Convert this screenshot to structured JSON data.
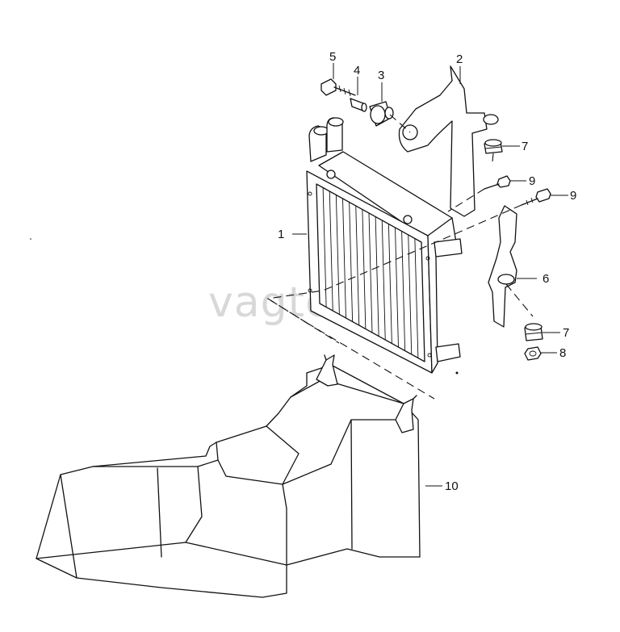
{
  "watermark": "vagtec.ru",
  "callouts": [
    {
      "id": "1",
      "label": "1"
    },
    {
      "id": "2",
      "label": "2"
    },
    {
      "id": "3",
      "label": "3"
    },
    {
      "id": "4",
      "label": "4"
    },
    {
      "id": "5",
      "label": "5"
    },
    {
      "id": "6",
      "label": "6"
    },
    {
      "id": "7a",
      "label": "7"
    },
    {
      "id": "7b",
      "label": "7"
    },
    {
      "id": "8",
      "label": "8"
    },
    {
      "id": "9a",
      "label": "9"
    },
    {
      "id": "9b",
      "label": "9"
    },
    {
      "id": "10",
      "label": "10"
    }
  ]
}
